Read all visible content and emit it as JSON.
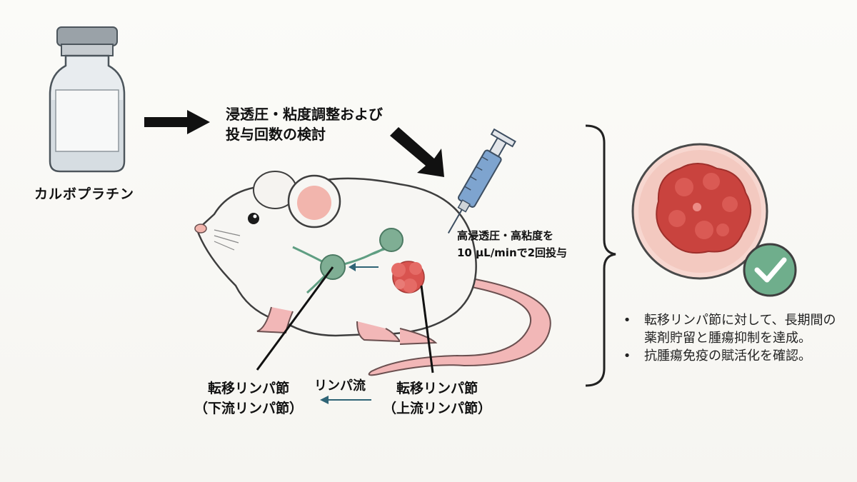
{
  "drug": {
    "label": "カルボプラチン"
  },
  "process": {
    "line1": "浸透圧・粘度調整および",
    "line2": "投与回数の検討"
  },
  "injection": {
    "line1": "高浸透圧・高粘度を",
    "line2": "10 µL/minで2回投与"
  },
  "nodes": {
    "downstream": {
      "line1": "転移リンパ節",
      "line2": "（下流リンパ節）"
    },
    "upstream": {
      "line1": "転移リンパ節",
      "line2": "（上流リンパ節）"
    }
  },
  "flow": {
    "label": "リンパ流"
  },
  "results": [
    {
      "bullet": "•",
      "text": "転移リンパ節に対して、長期間の薬剤貯留と腫瘍抑制を達成。"
    },
    {
      "bullet": "•",
      "text": "抗腫瘍免疫の賦活化を確認。"
    }
  ],
  "colors": {
    "arrow": "#111111",
    "lymph_node": "#7fae94",
    "tumor": "#d9534f",
    "syringe": "#7ea4cf",
    "check_badge": "#6fae8c",
    "flow_arrow": "#2f6476"
  }
}
